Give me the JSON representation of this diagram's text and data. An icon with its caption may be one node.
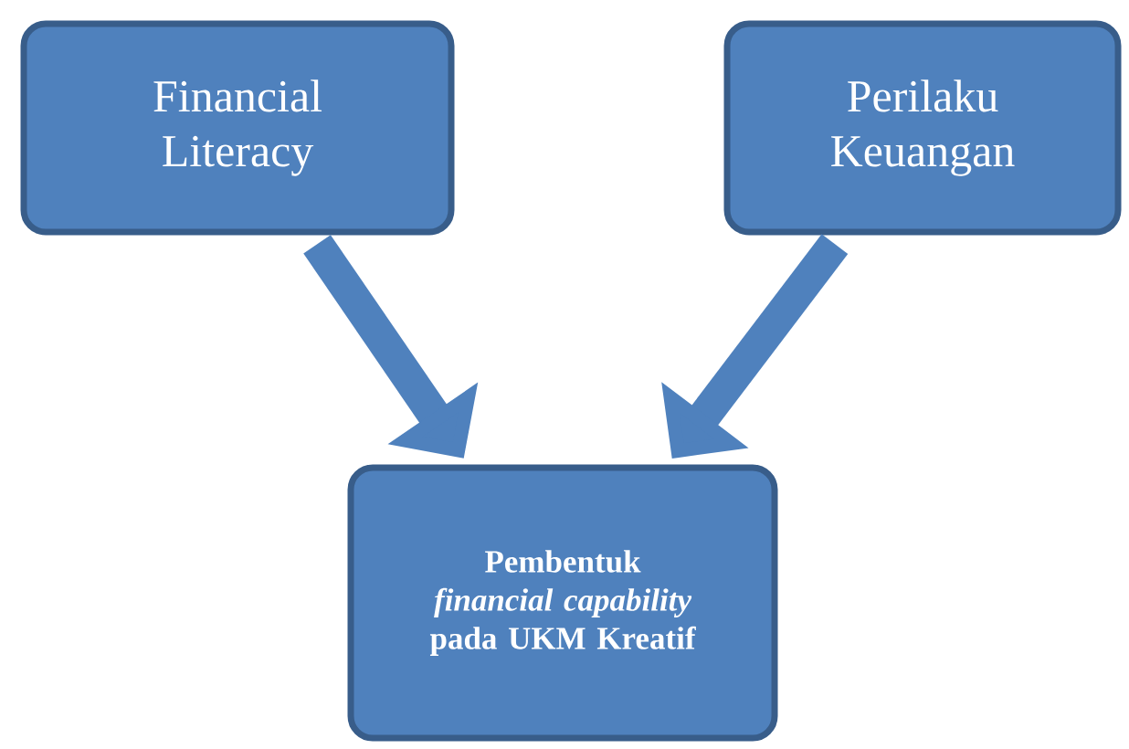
{
  "diagram": {
    "nodes": [
      {
        "text": [
          "Financial Literacy"
        ]
      },
      {
        "text": [
          "Perilaku Keuangan"
        ]
      },
      {
        "text": [
          "Pembentuk *financial capability* pada UKM Kreatif"
        ]
      }
    ],
    "edges": [
      {
        "from": 0,
        "to": 2,
        "arrow": "to"
      },
      {
        "from": 1,
        "to": 2,
        "arrow": "to"
      }
    ]
  }
}
